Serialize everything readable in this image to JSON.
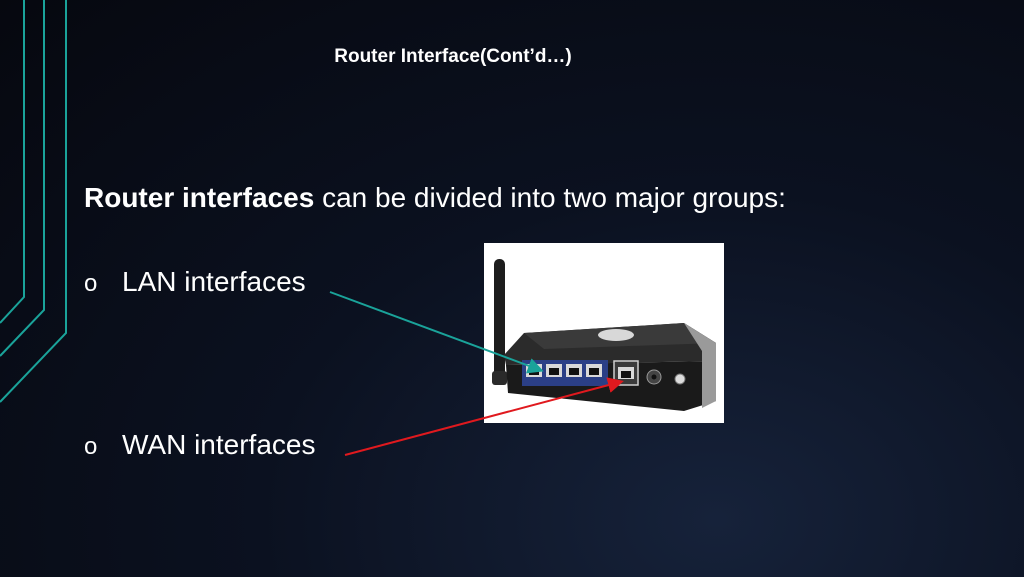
{
  "slide": {
    "title": "Router Interface(Cont’d…)",
    "intro_bold": "Router interfaces",
    "intro_rest": " can be divided into two major groups:",
    "bullets": [
      {
        "marker": "o",
        "label": "LAN interfaces"
      },
      {
        "marker": "o",
        "label": "WAN interfaces"
      }
    ],
    "image": {
      "description_icon": "router-photo"
    }
  },
  "colors": {
    "background": "#0b1120",
    "accent_teal": "#1aa39a",
    "lan_pointer": "#1aa39a",
    "wan_pointer": "#e0191e",
    "text": "#ffffff"
  }
}
